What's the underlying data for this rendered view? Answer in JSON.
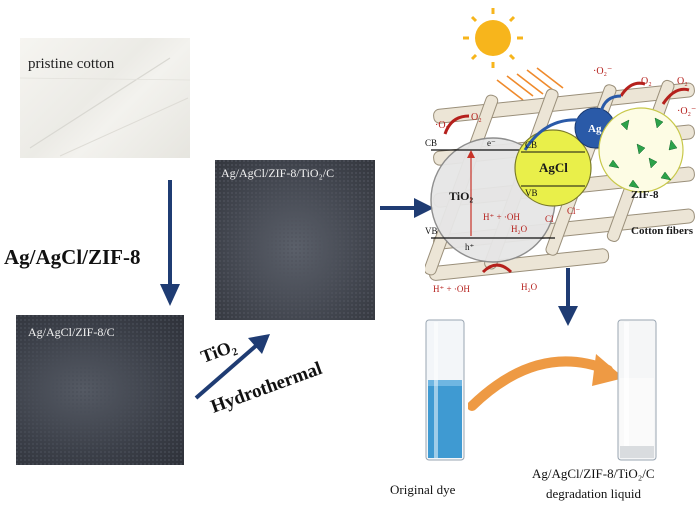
{
  "samples": {
    "pristine": "pristine cotton",
    "agagcl_zif8_c": "Ag/AgCl/ZIF-8/C",
    "agagcl_zif8_tio2_c": "Ag/AgCl/ZIF-8/TiO₂/C"
  },
  "steps": {
    "step1": "Ag/AgCl/ZIF-8",
    "step2_line1": "TiO₂",
    "step2_line2": "Hydrothermal"
  },
  "mechanism": {
    "o2_radical_top": "·O₂⁻",
    "o2_top": "O₂",
    "o2_radical_left": "·O₂⁻",
    "o2_left": "O₂",
    "o2_radical_right": "·O₂⁻",
    "o2_right": "O₂",
    "ag": "Ag",
    "agcl": "AgCl",
    "tio2": "TiO₂",
    "zif8": "ZIF-8",
    "cb": "CB",
    "vb": "VB",
    "cb_agcl": "CB",
    "vb_agcl": "VB",
    "electron": "e⁻",
    "hole": "h⁺",
    "hplus_oh_inner": "H⁺ + ·OH",
    "h2o_inner": "H₂O",
    "cl": "Cl",
    "cl_minus": "Cl⁻",
    "hplus_oh_outer": "H⁺ + ·OH",
    "h2o_outer": "H₂O",
    "cotton_fibers": "Cotton fibers"
  },
  "result": {
    "original": "Original dye",
    "degraded_line1": "Ag/AgCl/ZIF-8/TiO₂/C",
    "degraded_line2": "degradation liquid"
  },
  "colors": {
    "arrow": "#1f3c73",
    "cotton_white": "#f1f0ec",
    "fabric_dark": "#3b3f48",
    "sun": "#f7b51c",
    "dye_blue": "#3f9ad2",
    "agcl_yellow": "#e9ef4a",
    "ag_blue": "#2a5aa8",
    "red_arrow": "#b5201c"
  }
}
